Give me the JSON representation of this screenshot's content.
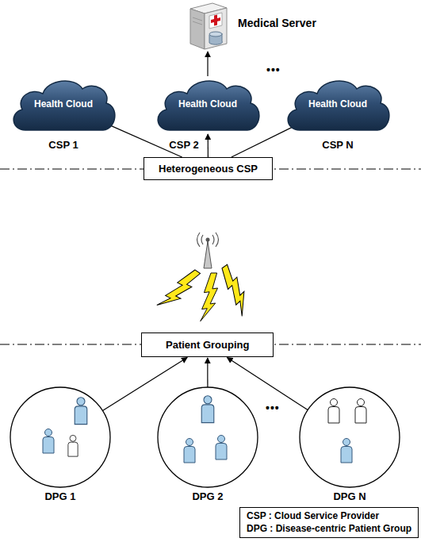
{
  "diagram": {
    "nodes": [
      {
        "text": [
          "Medical Server"
        ]
      },
      {
        "text": [
          "Health Cloud",
          "CSP 1"
        ]
      },
      {
        "text": [
          "Health Cloud",
          "CSP 2"
        ]
      },
      {
        "text": [
          "Health Cloud",
          "CSP N"
        ]
      },
      {
        "text": [
          "Heterogeneous CSP"
        ]
      },
      {
        "text": [
          "Patient Grouping"
        ]
      },
      {
        "text": [
          "DPG 1"
        ]
      },
      {
        "text": [
          "DPG 2"
        ]
      },
      {
        "text": [
          "DPG N"
        ]
      },
      {
        "text": [
          "CSP : Cloud Service Provider",
          "DPG : Disease-centric Patient Group"
        ]
      }
    ],
    "edges": [
      {
        "from": 4,
        "to": 1,
        "arrow": "to"
      },
      {
        "from": 4,
        "to": 2,
        "arrow": "to"
      },
      {
        "from": 4,
        "to": 3,
        "arrow": "to"
      },
      {
        "from": 2,
        "to": 0,
        "arrow": "to"
      },
      {
        "from": 6,
        "to": 5,
        "arrow": "to"
      },
      {
        "from": 7,
        "to": 5,
        "arrow": "to"
      },
      {
        "from": 8,
        "to": 5,
        "arrow": "to"
      }
    ],
    "labels": [
      "•••",
      "•••"
    ]
  }
}
